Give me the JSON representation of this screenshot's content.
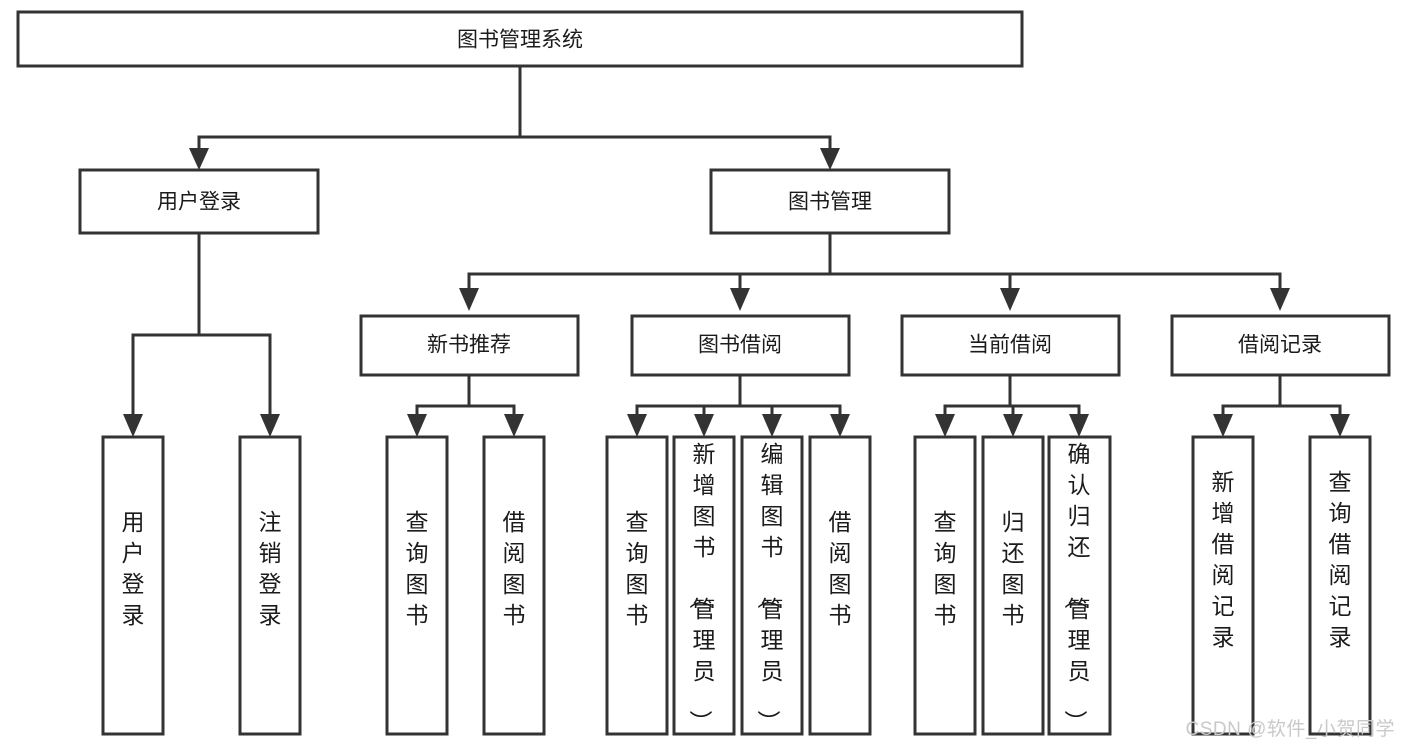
{
  "diagram": {
    "type": "tree-hierarchy",
    "title": "图书管理系统",
    "orientation": "top-down",
    "colors": {
      "stroke": "#333333",
      "fill": "#ffffff",
      "text": "#1b1b1b",
      "watermark": "#c9c9c9"
    },
    "levels": {
      "level1": [
        {
          "id": "root",
          "label": "图书管理系统"
        }
      ],
      "level2": [
        {
          "id": "user-login",
          "label": "用户登录",
          "parent": "root"
        },
        {
          "id": "book-management",
          "label": "图书管理",
          "parent": "root"
        }
      ],
      "level3": [
        {
          "id": "new-book-recommend",
          "label": "新书推荐",
          "parent": "book-management"
        },
        {
          "id": "book-borrow",
          "label": "图书借阅",
          "parent": "book-management"
        },
        {
          "id": "current-borrow",
          "label": "当前借阅",
          "parent": "book-management"
        },
        {
          "id": "borrow-record",
          "label": "借阅记录",
          "parent": "book-management"
        }
      ],
      "leaves": [
        {
          "id": "leaf-user-login",
          "label": "用户登录",
          "parent": "user-login"
        },
        {
          "id": "leaf-logout-login",
          "label": "注销登录",
          "parent": "user-login"
        },
        {
          "id": "leaf-query-book-1",
          "label": "查询图书",
          "parent": "new-book-recommend"
        },
        {
          "id": "leaf-borrow-book-1",
          "label": "借阅图书",
          "parent": "new-book-recommend"
        },
        {
          "id": "leaf-query-book-2",
          "label": "查询图书",
          "parent": "book-borrow"
        },
        {
          "id": "leaf-add-book",
          "label": "新增图书（管理员）",
          "parent": "book-borrow"
        },
        {
          "id": "leaf-edit-book",
          "label": "编辑图书（管理员）",
          "parent": "book-borrow"
        },
        {
          "id": "leaf-borrow-book-2",
          "label": "借阅图书",
          "parent": "book-borrow"
        },
        {
          "id": "leaf-query-book-3",
          "label": "查询图书",
          "parent": "current-borrow"
        },
        {
          "id": "leaf-return-book",
          "label": "归还图书",
          "parent": "current-borrow"
        },
        {
          "id": "leaf-confirm-return",
          "label": "确认归还（管理员）",
          "parent": "current-borrow"
        },
        {
          "id": "leaf-add-record",
          "label": "新增借阅记录",
          "parent": "borrow-record"
        },
        {
          "id": "leaf-query-record",
          "label": "查询借阅记录",
          "parent": "borrow-record"
        }
      ]
    }
  },
  "watermark": {
    "text": "CSDN @软件_小贺同学"
  }
}
